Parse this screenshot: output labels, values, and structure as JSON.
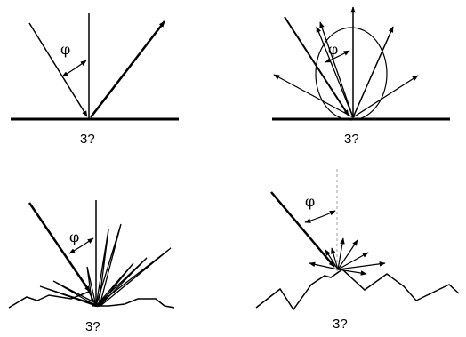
{
  "symbols": {
    "angle": "φ"
  },
  "panels": [
    {
      "id": "specular",
      "caption": "3?"
    },
    {
      "id": "diffuse-lobe",
      "caption": "3?"
    },
    {
      "id": "rough-glossy",
      "caption": "3?"
    },
    {
      "id": "microfacet",
      "caption": "3?"
    }
  ],
  "colors": {
    "ink": "#000000",
    "guide": "#a0a0a0",
    "background": "#ffffff"
  }
}
